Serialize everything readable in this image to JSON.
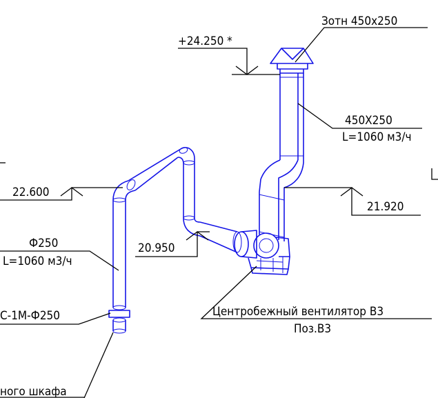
{
  "labels": {
    "top_grille": "Зотн 450х250",
    "elev_top": "+24.250 *",
    "duct_size": "450Х250",
    "flow_right": "L=1060 м3/ч",
    "elev_21920": "21.920",
    "elev_22600": "22.600",
    "elev_20950": "20.950",
    "diameter": "Ф250",
    "flow_left": "L=1060 м3/ч",
    "damper": "С-1М-Ф250",
    "fan": "Центробежный вентилятор В3",
    "fan_pos": "Поз.В3",
    "cabinet": "ного шкафа"
  },
  "colors": {
    "duct": "#1414e6",
    "annotation": "#000000"
  }
}
